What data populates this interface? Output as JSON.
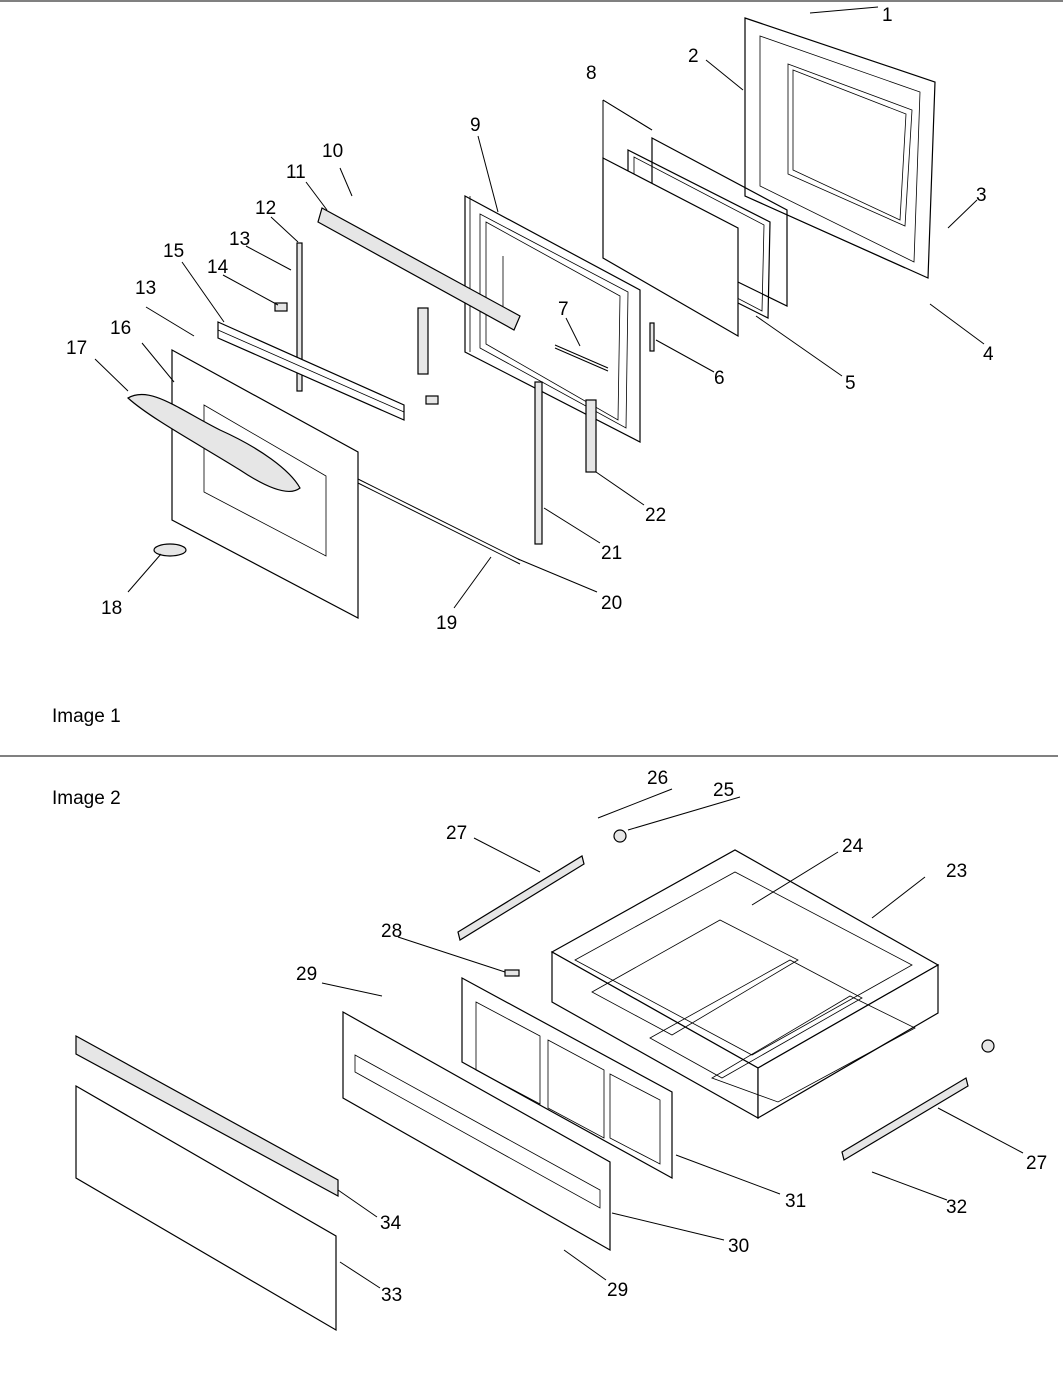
{
  "captions": {
    "image1": "Image 1",
    "image2": "Image 2"
  },
  "callouts": [
    {
      "id": "c1",
      "text": "1"
    },
    {
      "id": "c2",
      "text": "2"
    },
    {
      "id": "c3",
      "text": "3"
    },
    {
      "id": "c4",
      "text": "4"
    },
    {
      "id": "c5",
      "text": "5"
    },
    {
      "id": "c6",
      "text": "6"
    },
    {
      "id": "c7",
      "text": "7"
    },
    {
      "id": "c8",
      "text": "8"
    },
    {
      "id": "c9",
      "text": "9"
    },
    {
      "id": "c10",
      "text": "10"
    },
    {
      "id": "c11",
      "text": "11"
    },
    {
      "id": "c12",
      "text": "12"
    },
    {
      "id": "c13a",
      "text": "13"
    },
    {
      "id": "c13b",
      "text": "13"
    },
    {
      "id": "c14",
      "text": "14"
    },
    {
      "id": "c15",
      "text": "15"
    },
    {
      "id": "c16",
      "text": "16"
    },
    {
      "id": "c17",
      "text": "17"
    },
    {
      "id": "c18",
      "text": "18"
    },
    {
      "id": "c19",
      "text": "19"
    },
    {
      "id": "c20",
      "text": "20"
    },
    {
      "id": "c21",
      "text": "21"
    },
    {
      "id": "c22",
      "text": "22"
    },
    {
      "id": "c23",
      "text": "23"
    },
    {
      "id": "c24",
      "text": "24"
    },
    {
      "id": "c25",
      "text": "25"
    },
    {
      "id": "c26",
      "text": "26"
    },
    {
      "id": "c27a",
      "text": "27"
    },
    {
      "id": "c27b",
      "text": "27"
    },
    {
      "id": "c28",
      "text": "28"
    },
    {
      "id": "c29a",
      "text": "29"
    },
    {
      "id": "c29b",
      "text": "29"
    },
    {
      "id": "c30",
      "text": "30"
    },
    {
      "id": "c31",
      "text": "31"
    },
    {
      "id": "c32",
      "text": "32"
    },
    {
      "id": "c33",
      "text": "33"
    },
    {
      "id": "c34",
      "text": "34"
    }
  ]
}
